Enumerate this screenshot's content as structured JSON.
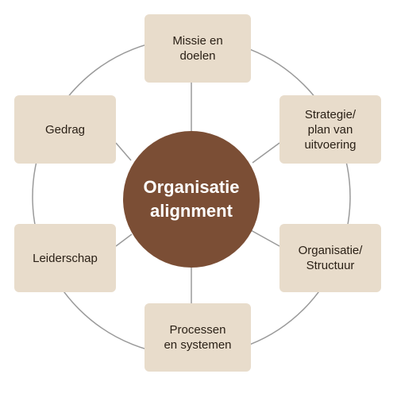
{
  "colors": {
    "node_fill": "#e8dccb",
    "center_fill": "#7b4e35",
    "line": "#9a9a9a",
    "background": "#ffffff"
  },
  "center": {
    "label": "Organisatie\nalignment"
  },
  "nodes": [
    {
      "id": "missie",
      "label": "Missie en\ndoelen"
    },
    {
      "id": "strategie",
      "label": "Strategie/\nplan van\nuitvoering"
    },
    {
      "id": "structuur",
      "label": "Organisatie/\nStructuur"
    },
    {
      "id": "processen",
      "label": "Processen\nen systemen"
    },
    {
      "id": "leiderschap",
      "label": "Leiderschap"
    },
    {
      "id": "gedrag",
      "label": "Gedrag"
    }
  ]
}
